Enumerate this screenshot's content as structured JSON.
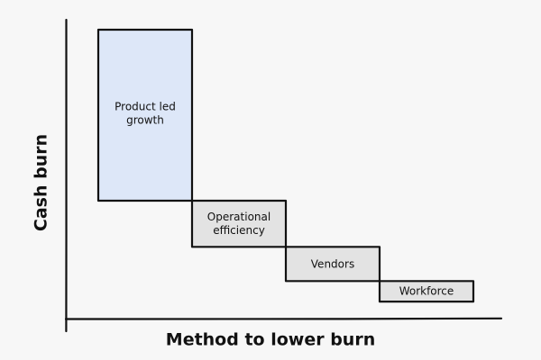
{
  "chart_data": {
    "type": "bar",
    "subtype": "waterfall",
    "title": "",
    "xlabel": "Method to lower burn",
    "ylabel": "Cash burn",
    "categories": [
      "Product led growth",
      "Operational efficiency",
      "Vendors",
      "Workforce"
    ],
    "values": [
      100,
      27,
      20,
      12
    ],
    "grid": false,
    "legend": "none",
    "colors": {
      "first_bar": "#dde7f8",
      "other_bars": "#e3e3e3",
      "stroke": "#111111",
      "background": "#f7f7f7"
    }
  }
}
